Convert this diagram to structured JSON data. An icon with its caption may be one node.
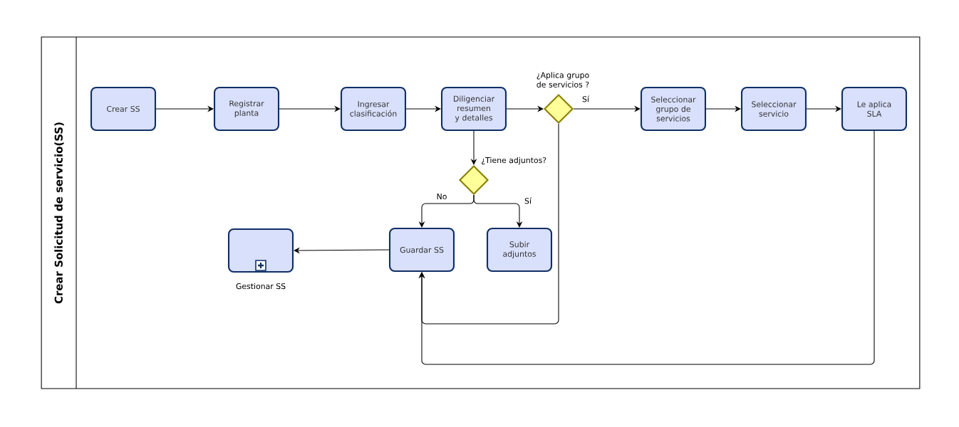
{
  "diagram": {
    "nodes": [
      {
        "text": [
          "Crear Solicitud de servicio(SS)"
        ]
      },
      {
        "text": [
          "Crear SS"
        ],
        "in": 0
      },
      {
        "text": [
          "Registrar planta"
        ],
        "in": 0
      },
      {
        "text": [
          "Ingresar clasificación"
        ],
        "in": 0
      },
      {
        "text": [
          "Diligenciar resumen y detalles"
        ],
        "in": 0
      },
      {
        "text": [
          "¿Aplica grupo de servicios ?"
        ],
        "in": 0
      },
      {
        "text": [
          "Seleccionar grupo de servicios"
        ],
        "in": 0
      },
      {
        "text": [
          "Seleccionar servicio"
        ],
        "in": 0
      },
      {
        "text": [
          "Le aplica SLA"
        ],
        "in": 0
      },
      {
        "text": [
          "¿Tiene adjuntos?"
        ],
        "in": 0
      },
      {
        "text": [
          "Gestionar SS"
        ],
        "in": 0
      },
      {
        "text": [
          "Guardar SS"
        ],
        "in": 0
      },
      {
        "text": [
          "Subir adjuntos"
        ],
        "in": 0
      }
    ],
    "edges": [
      {
        "from": 1,
        "to": 2,
        "arrow": "to"
      },
      {
        "from": 2,
        "to": 3,
        "arrow": "to"
      },
      {
        "from": 3,
        "to": 4,
        "arrow": "to"
      },
      {
        "from": 4,
        "to": 5,
        "arrow": "to"
      },
      {
        "from": 5,
        "to": 6,
        "label": "Sí",
        "arrow": "to"
      },
      {
        "from": 6,
        "to": 7,
        "arrow": "to"
      },
      {
        "from": 7,
        "to": 8,
        "arrow": "to"
      },
      {
        "from": 4,
        "to": 9,
        "arrow": "to"
      },
      {
        "from": 9,
        "to": 11,
        "label": "No",
        "arrow": "to"
      },
      {
        "from": 9,
        "to": 12,
        "label": "Sí",
        "arrow": "to"
      },
      {
        "from": 11,
        "to": 10,
        "arrow": "to"
      },
      {
        "from": 5,
        "to": 11,
        "arrow": "to"
      },
      {
        "from": 8,
        "to": 11,
        "arrow": "to"
      }
    ]
  }
}
